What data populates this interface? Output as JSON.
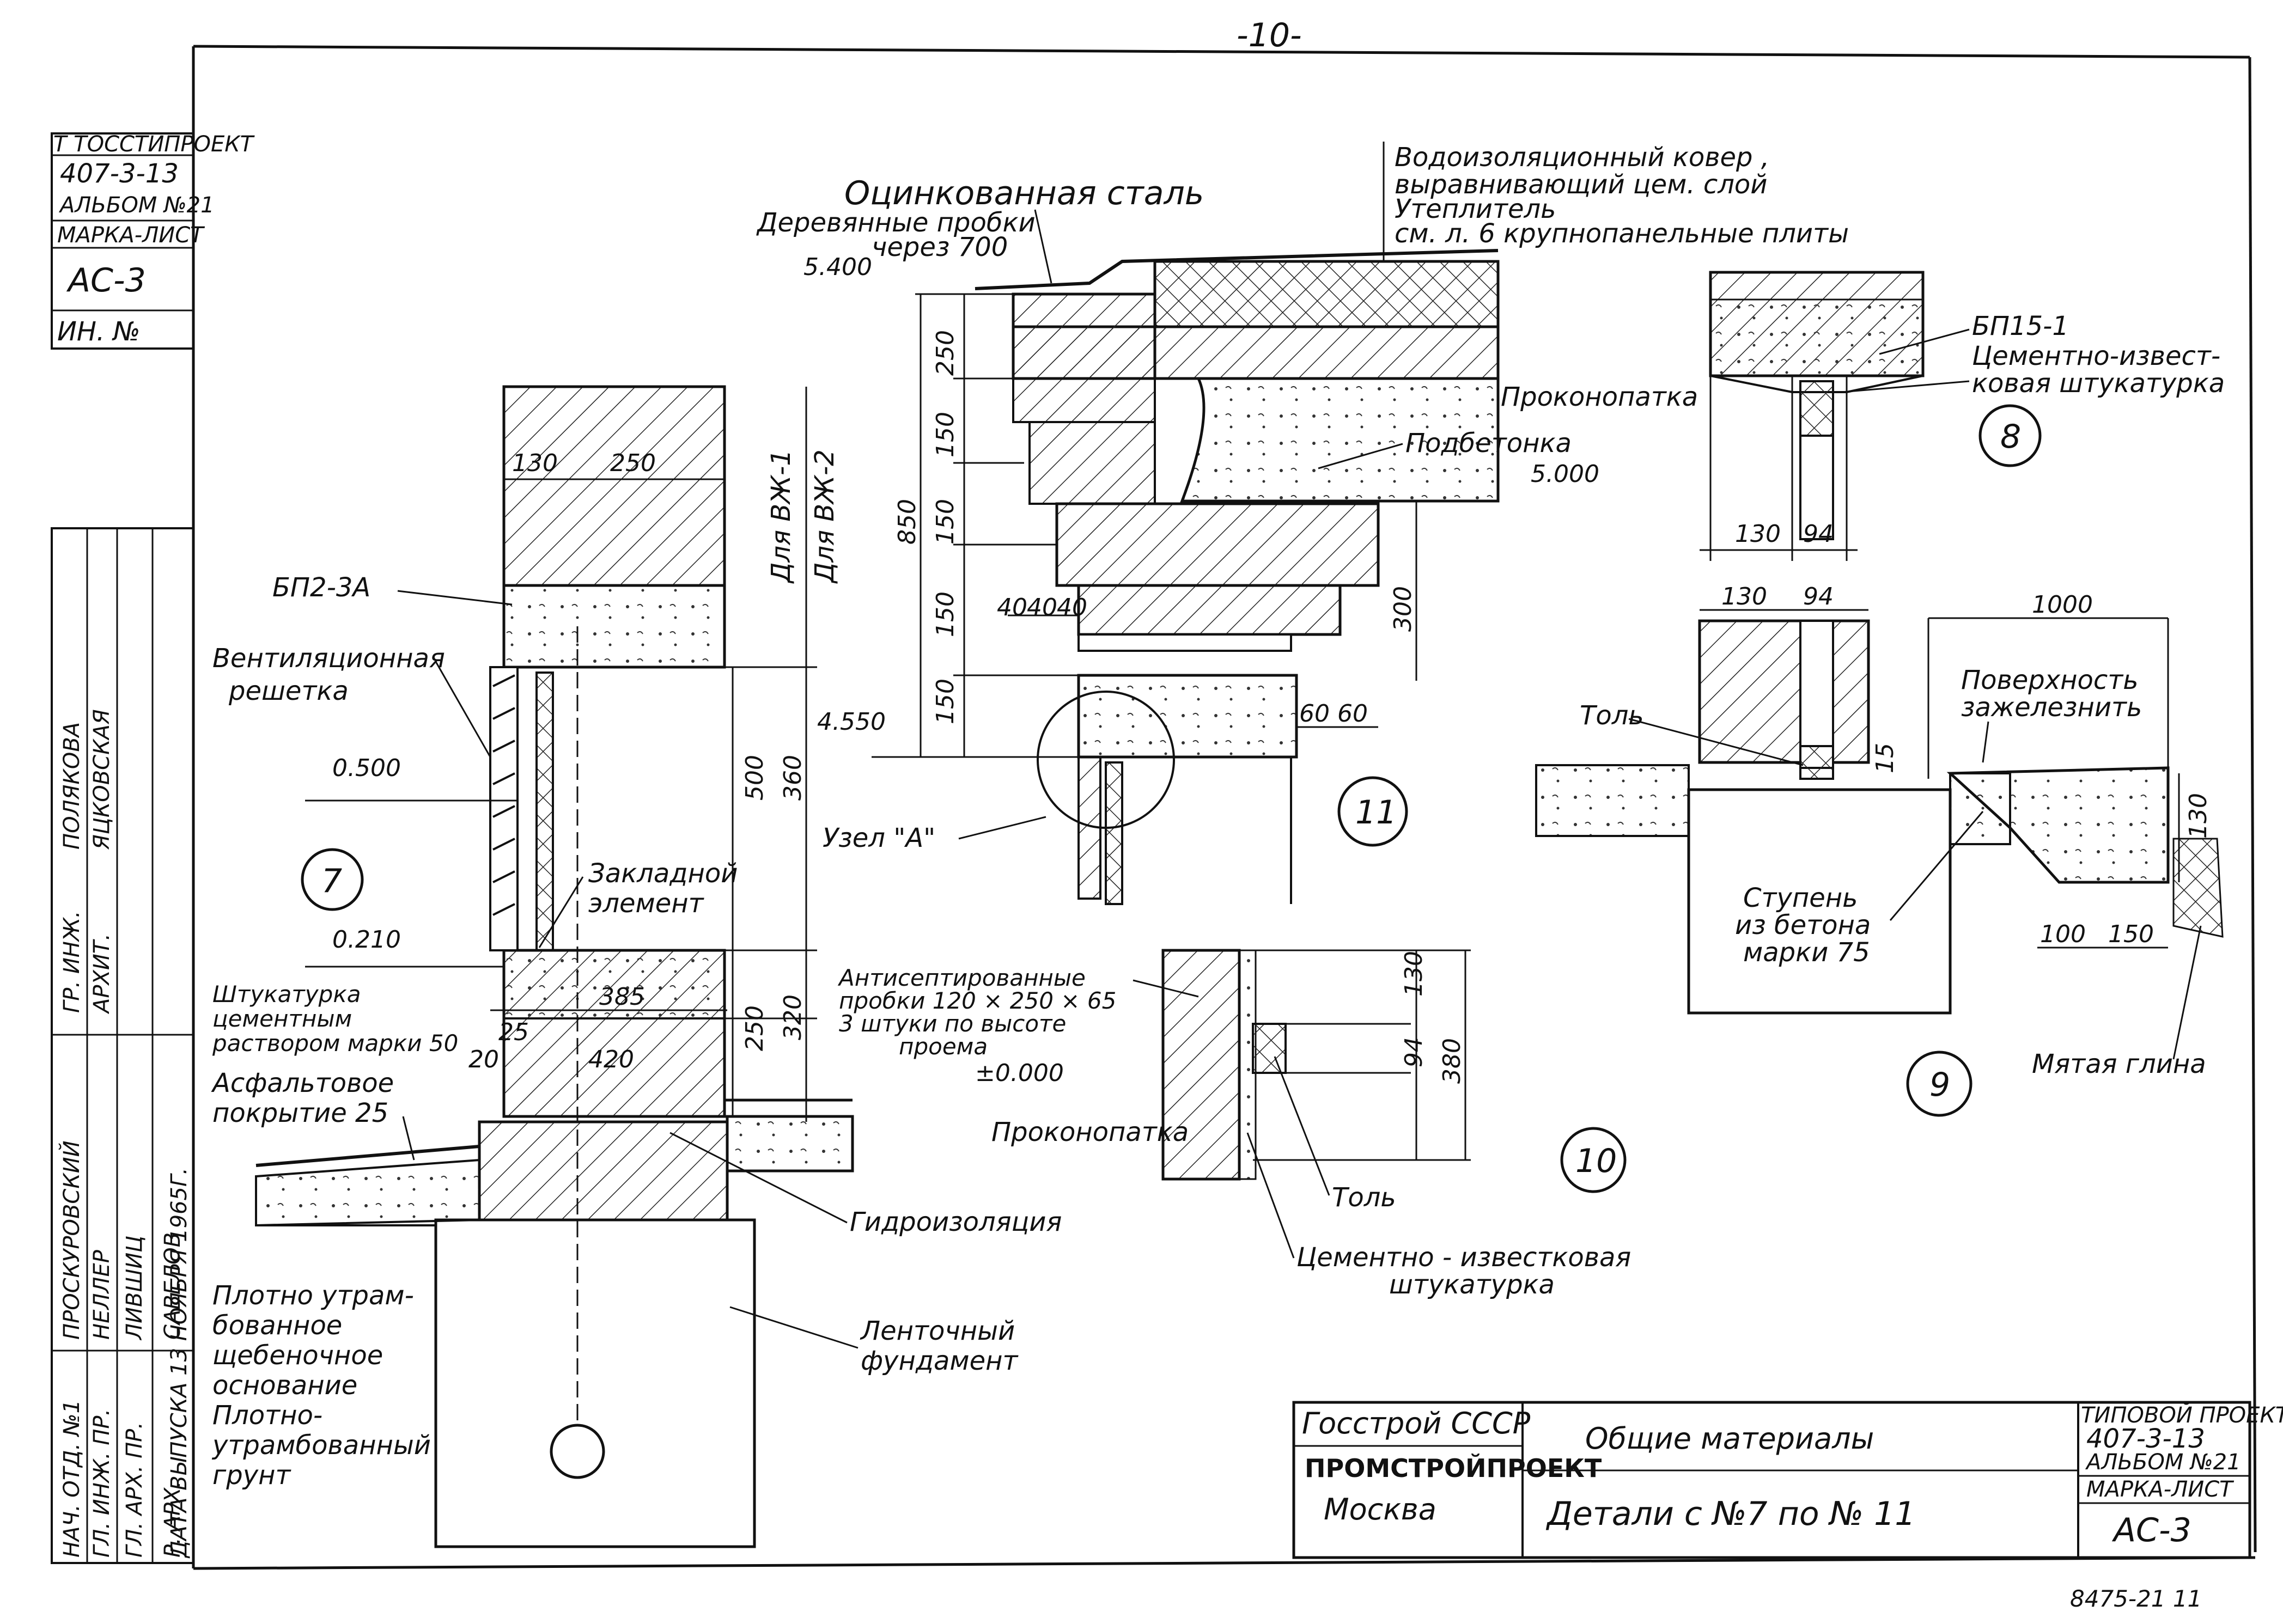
{
  "page_number": "-10-",
  "sheet_ref": "8475-21   11",
  "stamp": {
    "l1": "Т ТОССТИПРОЕКТ",
    "l2": "407-3-13",
    "l3": "АЛЬБОМ №21",
    "l4": "МАРКА-ЛИСТ",
    "l5": "АС-3",
    "l6": "ИН. №"
  },
  "signatures": {
    "roles": [
      "НАЧ. ОТД. №1",
      "ГЛ. ИНЖ. ПР.",
      "ГЛ. АРХ. ПР.",
      "Р. АРХ.",
      "ГР. ИНЖ.",
      "АРХИТ."
    ],
    "names": [
      "ПРОСКУРОВСКИЙ",
      "НЕЛЛЕР",
      "ЛИВШИЦ",
      "САВЕЛОВ",
      "ПОЛЯКОВА",
      "ЯЦКОВСКАЯ"
    ],
    "issue": "ДАТА ВЫПУСКА 13 НОЯБРЯ 1965Г."
  },
  "title_block": {
    "org1": "Госстрой СССР",
    "org2": "ПРОМСТРОЙПРОЕКТ",
    "city": "Москва",
    "title1": "Общие   материалы",
    "title2": "Детали  с №7 по № 11",
    "project_hdr": "ТИПОВОЙ ПРОЕКТ",
    "project_code": "407-3-13",
    "album": "АЛЬБОМ №21",
    "mark_hdr": "МАРКА-ЛИСТ",
    "mark": "АС-3"
  },
  "detail7": {
    "num": "7",
    "bp": "БП2-3А",
    "vent1": "Вентиляционная",
    "vent2": "решетка",
    "emb1": "Закладной",
    "emb2": "элемент",
    "lvl_0500": "0.500",
    "lvl_0210": "0.210",
    "plaster1": "Штукатурка",
    "plaster2": "цементным",
    "plaster3": "раствором марки 50",
    "asph1": "Асфальтовое",
    "asph2": "покрытие 25",
    "hydro": "Гидроизоляция",
    "gravel1": "Плотно утрам-",
    "gravel2": "бованное",
    "gravel3": "щебеночное",
    "gravel4": "основание",
    "soil1": "Плотно-",
    "soil2": "утрамбованный",
    "soil3": "грунт",
    "found1": "Ленточный",
    "found2": "фундамент",
    "v1": "Для ВЖ-1",
    "v2": "Для ВЖ-2",
    "d130": "130",
    "d250": "250",
    "d385": "385",
    "d420": "420",
    "d25": "25",
    "d20": "20",
    "d500": "500",
    "d360": "360",
    "d250b": "250",
    "d320": "320"
  },
  "detail11": {
    "num": "11",
    "steel": "Оцинкованная сталь",
    "plugs1": "Деревянные пробки",
    "plugs2": "через 700",
    "lvl_5400": "5.400",
    "lvl_5000": "5.000",
    "lvl_4550": "4.550",
    "roof1": "Водоизоляционный ковер ,",
    "roof2": "выравнивающий цем. слой",
    "roof3": "Утеплитель",
    "roof4": "см. л. 6  крупнопанельные    плиты",
    "caulk": "Проконопатка",
    "concrete": "Подбетонка",
    "node": "Узел \"А\"",
    "d250": "250",
    "d150a": "150",
    "d150b": "150",
    "d150c": "150",
    "d150d": "150",
    "d850": "850",
    "d40a": "40",
    "d40b": "40",
    "d40c": "40",
    "d300": "300",
    "d60a": "60",
    "d60b": "60"
  },
  "detail8": {
    "num": "8",
    "bp": "БП15-1",
    "plaster1": "Цементно-извест-",
    "plaster2": "ковая штукатурка",
    "d130": "130",
    "d94": "94"
  },
  "detail9": {
    "num": "9",
    "tol": "Толь",
    "surf1": "Поверхность",
    "surf2": "зажелезнить",
    "step1": "Ступень",
    "step2": "из бетона",
    "step3": "марки 75",
    "clay": "Мятая глина",
    "d130": "130",
    "d94": "94",
    "d1000": "1000",
    "d15": "15",
    "d130b": "130",
    "d100": "100",
    "d150": "150"
  },
  "detail10": {
    "num": "10",
    "anti1": "Антисептированные",
    "anti2": "пробки 120 × 250 × 65",
    "anti3": "3 штуки по высоте",
    "anti4": "проема",
    "lvl_0000": "±0.000",
    "caulk": "Проконопатка",
    "tol": "Толь",
    "plaster1": "Цементно - известковая",
    "plaster2": "штукатурка",
    "d130": "130",
    "d94": "94",
    "d380": "380"
  }
}
